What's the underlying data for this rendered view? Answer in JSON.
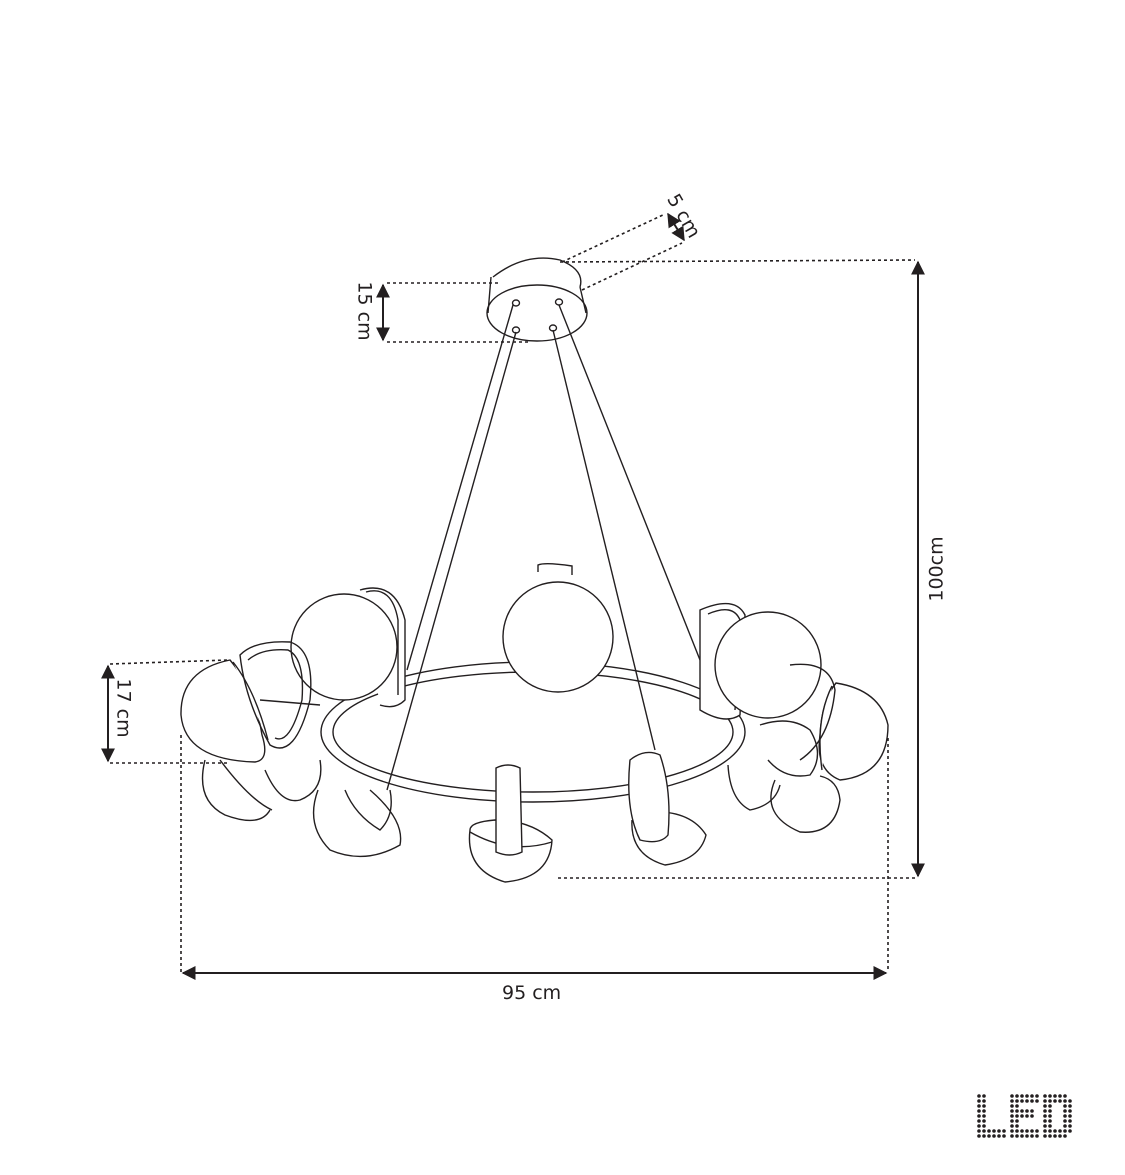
{
  "diagram": {
    "subject": "LED pendant chandelier dimension drawing",
    "stroke_color": "#231f20",
    "background": "#ffffff",
    "dimensions": {
      "canopy_thickness": {
        "label": "5 cm"
      },
      "canopy_height": {
        "label": "15 cm"
      },
      "total_height": {
        "label": "100cm"
      },
      "shade_height": {
        "label": "17 cm"
      },
      "total_width": {
        "label": "95 cm"
      }
    },
    "badge": {
      "label": "LED"
    },
    "components": [
      "ceiling-canopy",
      "suspension-rods",
      "ring-frame",
      "globe-shades",
      "half-dome-shades",
      "ribbon-arms"
    ]
  }
}
